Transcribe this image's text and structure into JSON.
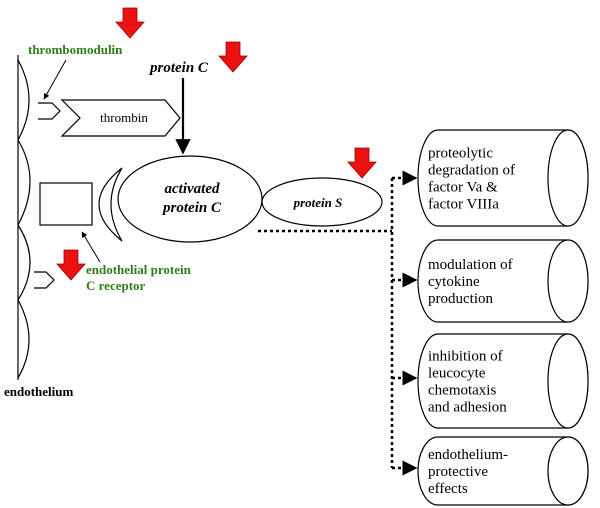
{
  "labels": {
    "thrombomodulin": "thrombomodulin",
    "protein_c": "protein C",
    "thrombin": "thrombin",
    "activated_line1": "activated",
    "activated_line2": "protein C",
    "protein_s": "protein S",
    "epcr_line1": "endothelial protein",
    "epcr_line2": "C receptor",
    "endothelium": "endothelium"
  },
  "effects": [
    {
      "lines": [
        "proteolytic",
        "degradation of",
        "factor Va &",
        "factor VIIIa"
      ]
    },
    {
      "lines": [
        "modulation of",
        "cytokine",
        "production"
      ]
    },
    {
      "lines": [
        "inhibition of",
        "leucocyte",
        "chemotaxis",
        "and adhesion"
      ]
    },
    {
      "lines": [
        "endothelium-",
        "protective",
        "effects"
      ]
    }
  ],
  "colors": {
    "label_green": "#2e7d1a",
    "down_arrow": "#ee1111"
  }
}
